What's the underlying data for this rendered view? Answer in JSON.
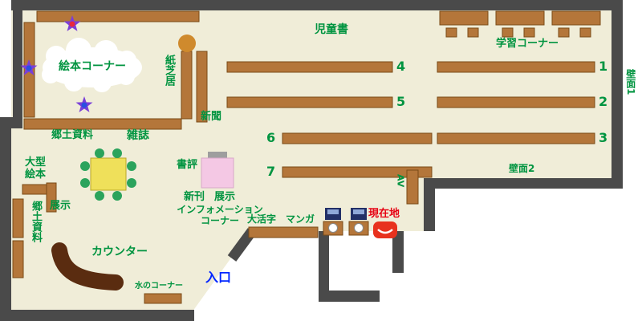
{
  "labels": {
    "jidosho": "児童書",
    "gakushu_corner": "学習コーナー",
    "ehon_corner": "絵本コーナー",
    "kamishibai": "紙芝居",
    "shinbun": "新聞",
    "kyodo_shiryo_top": "郷土資料",
    "zasshi": "雑誌",
    "hekimen1": "壁面1",
    "hekimen2": "壁面2",
    "ogata_ehon": "大型絵本",
    "tenji_left": "展示",
    "kyodo_shiryo_left": "郷土資料",
    "counter": "カウンター",
    "mizu_corner": "水のコーナー",
    "iriguchi": "入口",
    "shohyo": "書評",
    "shinkan": "新刊",
    "tenji_center": "展示",
    "information": "インフォメーションコーナー",
    "daikatsuji": "大活字",
    "manga": "マンガ",
    "genzaichi": "現在地",
    "av": "AV"
  },
  "numbers": [
    "1",
    "2",
    "3",
    "4",
    "5",
    "6",
    "7"
  ],
  "colors": {
    "floor": "#f0edd8",
    "wall": "#4a4a4a",
    "shelf": "#b4763a",
    "shelf_border": "#7a4a16",
    "label_green": "#009440",
    "entrance_blue": "#0026ff",
    "current_red": "#e60012",
    "counter_brown": "#5a2c10",
    "table_yellow": "#efe05a",
    "chair_green": "#2ba35c",
    "display_pink": "#f4c8e4",
    "stand_orange": "#cf8a2d",
    "opac_navy": "#223067",
    "star_purple": "#7a3fd8"
  }
}
